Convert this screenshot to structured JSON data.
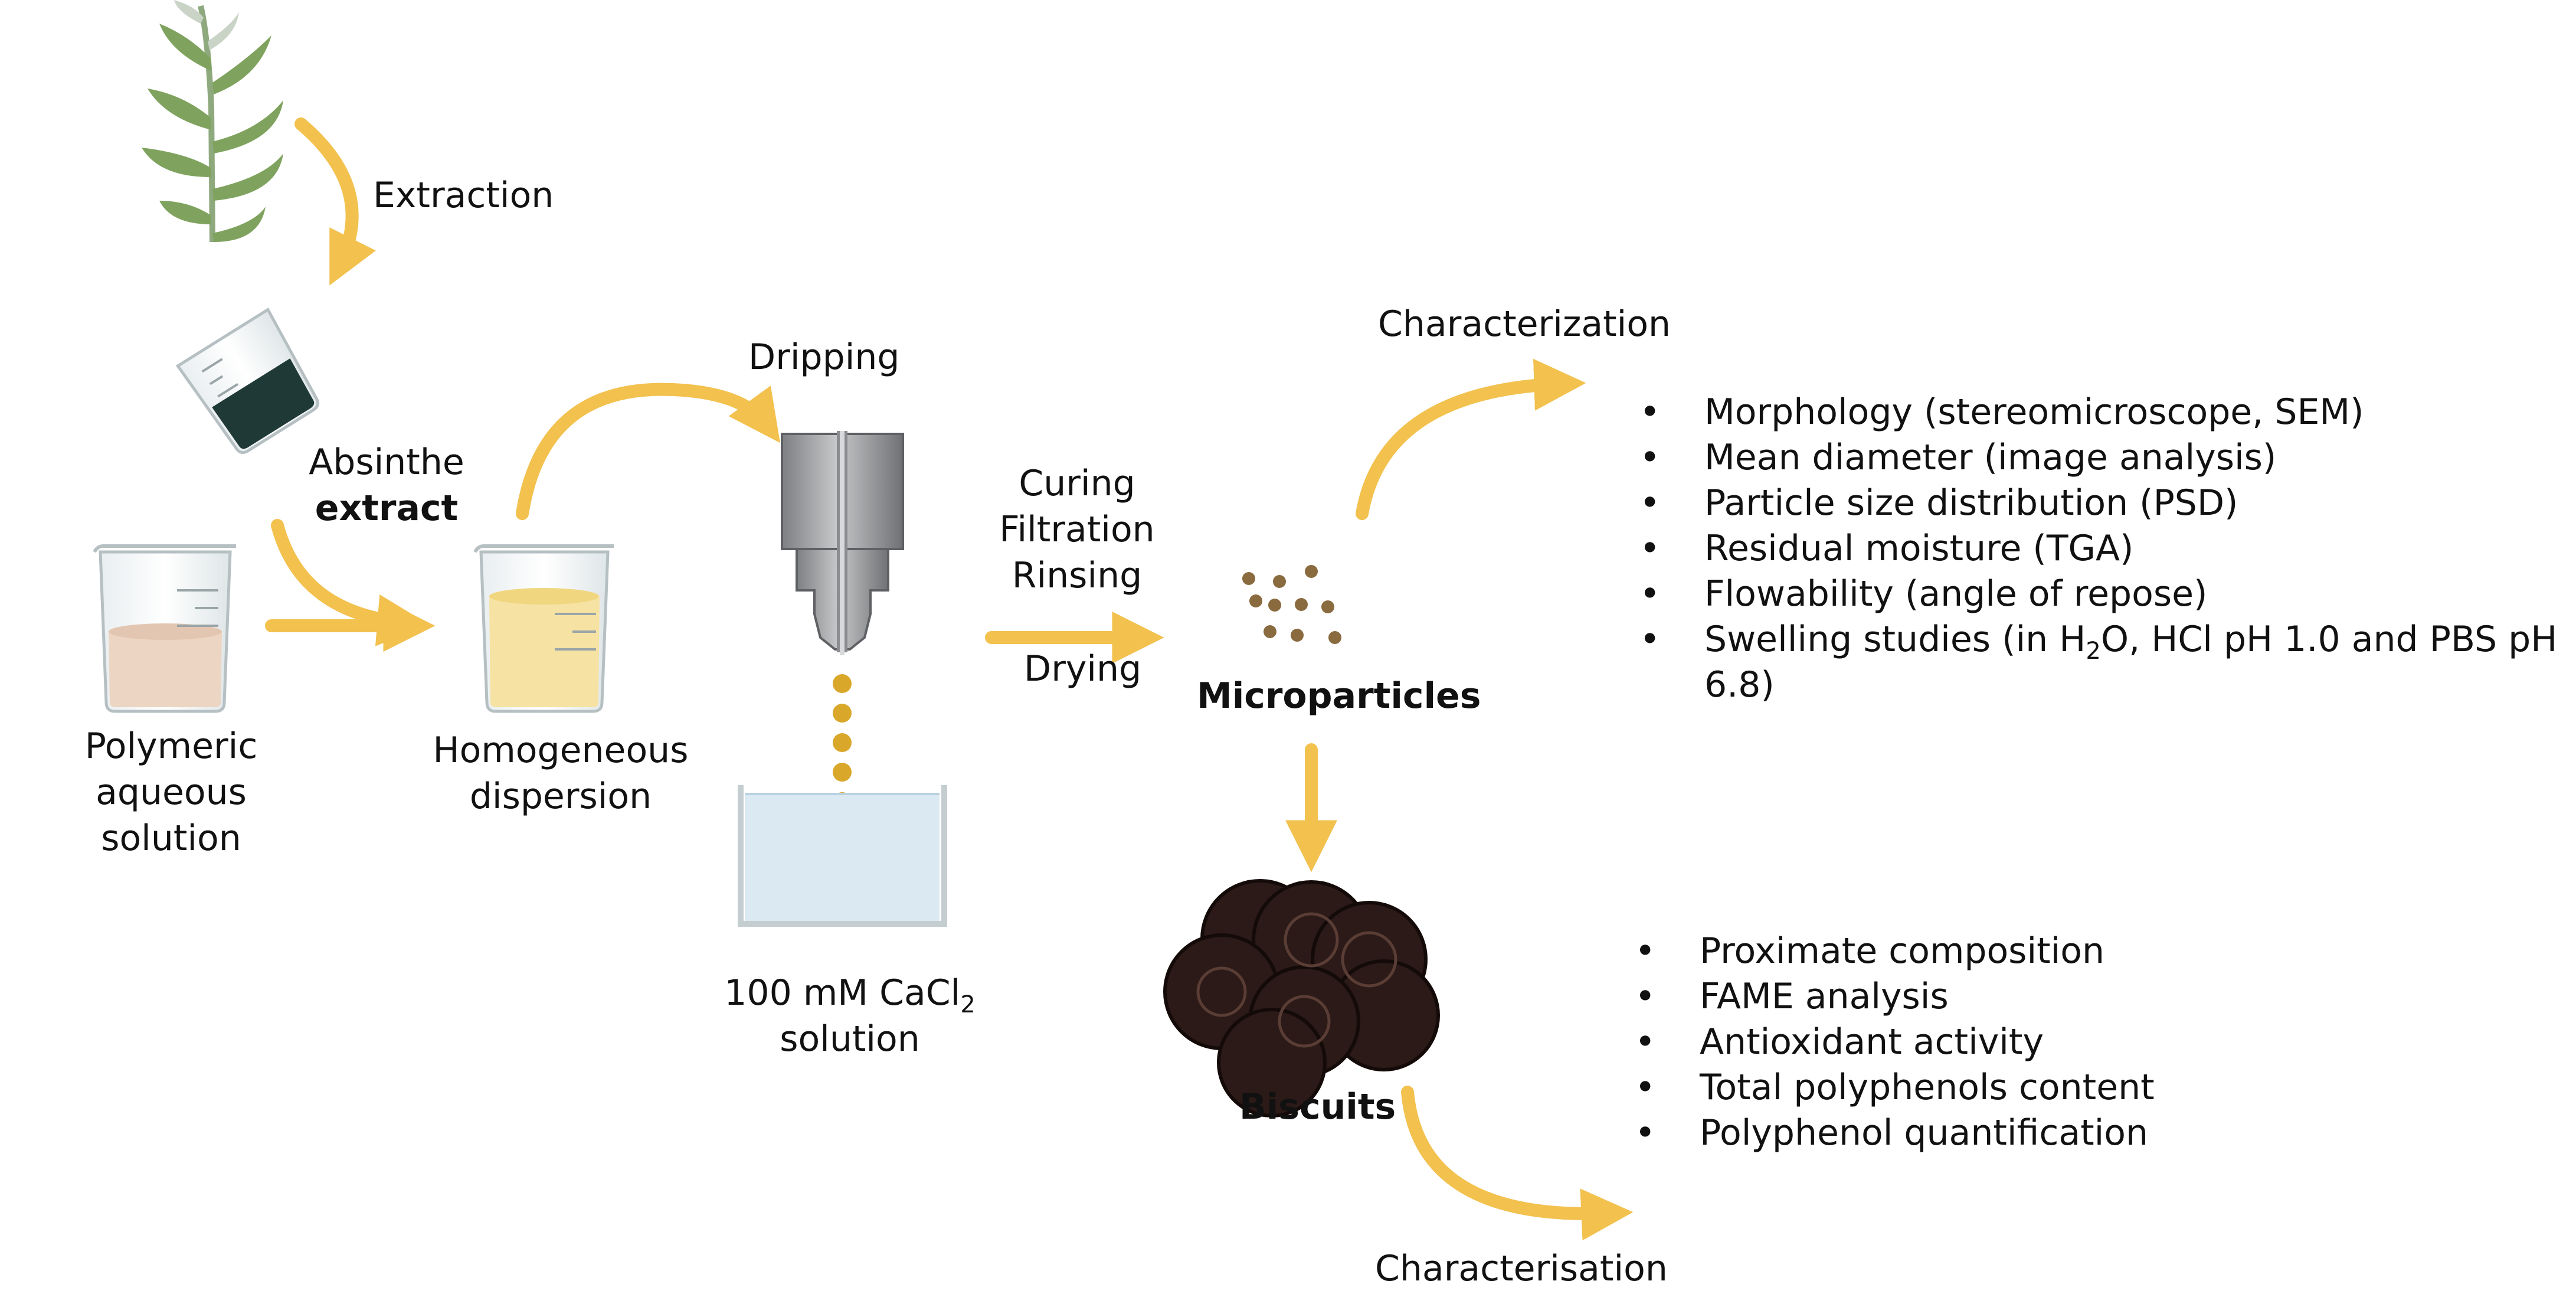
{
  "steps": {
    "extraction": "Extraction",
    "absinthe": "Absinthe",
    "extract": "extract",
    "polymeric": [
      "Polymeric",
      "aqueous",
      "solution"
    ],
    "homogeneous": [
      "Homogeneous",
      "dispersion"
    ],
    "dripping": "Dripping",
    "cacl2_prefix": "100 mM CaCl",
    "cacl2_sub": "2",
    "cacl2_suffix": "solution",
    "curing": [
      "Curing",
      "Filtration",
      "Rinsing"
    ],
    "drying": "Drying",
    "microparticles": "Microparticles",
    "biscuits": "Biscuits",
    "characterization": "Characterization",
    "characterisation": "Characterisation"
  },
  "microparticle_tests": [
    "Morphology (stereomicroscope, SEM)",
    "Mean diameter (image analysis)",
    "Particle size distribution (PSD)",
    "Residual moisture (TGA)",
    "Flowability (angle of repose)"
  ],
  "swelling": {
    "pre": "Swelling studies (in H",
    "sub": "2",
    "post": "O, HCl pH 1.0 and PBS pH 6.8)"
  },
  "biscuit_tests": [
    "Proximate composition",
    "FAME analysis",
    "Antioxidant activity",
    "Total polyphenols content",
    "Polyphenol quantification"
  ],
  "colors": {
    "arrow": "#f2c14e",
    "bead": "#d9a82b",
    "extract": "#1f3a36",
    "biscuit": "#2b1a17"
  }
}
